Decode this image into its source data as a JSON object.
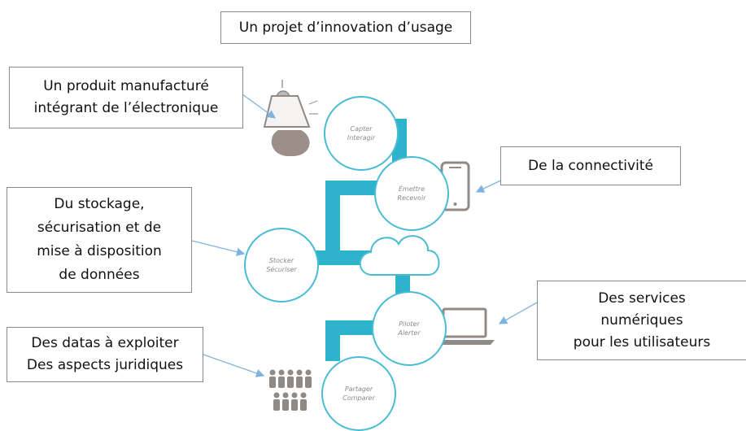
{
  "title": "Un projet d’innovation d’usage",
  "callouts": {
    "produit": [
      "Un produit manufacturé",
      "intégrant de l’électronique"
    ],
    "connectivite": [
      "De la connectivité"
    ],
    "stockage": [
      "Du stockage,",
      "sécurisation et de",
      "mise à disposition",
      "de données"
    ],
    "services": [
      "Des services",
      "numériques",
      "pour les utilisateurs"
    ],
    "datas": [
      "Des datas à exploiter",
      "Des aspects juridiques"
    ]
  },
  "nodes": {
    "capter": [
      "Capter",
      "Interagir"
    ],
    "emettre": [
      "Émettre",
      "Recevoir"
    ],
    "stocker": [
      "Stocker",
      "Sécuriser"
    ],
    "piloter": [
      "Piloter",
      "Alerter"
    ],
    "partager": [
      "Partager",
      "Comparer"
    ]
  },
  "icons": [
    "lamp-icon",
    "smartphone-icon",
    "cloud-icon",
    "laptop-icon",
    "people-icon"
  ],
  "colors": {
    "pipe": "#2eb3cc",
    "node_border": "#49bcd3",
    "arrow": "#7fb3e0",
    "icon_gray": "#8f8a86",
    "box_border": "#8a8a8a"
  }
}
